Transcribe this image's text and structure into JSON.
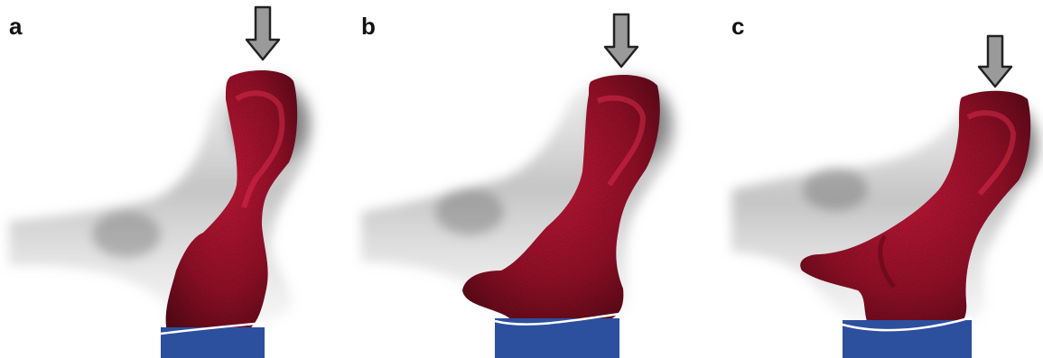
{
  "figure": {
    "panels": [
      {
        "label": "a",
        "fill": "#b0122e"
      },
      {
        "label": "b",
        "fill": "#b0122e"
      },
      {
        "label": "c",
        "fill": "#b0122e"
      }
    ],
    "colors": {
      "bone_shadow": "#6a6a6a",
      "red_region": "#b0122e",
      "red_dark": "#6e0b1c",
      "support_block": "#2c4f9e",
      "arrow_fill": "#9a9a9a",
      "arrow_stroke": "#222222"
    },
    "icons": [
      "load-arrow-icon",
      "support-block"
    ]
  }
}
